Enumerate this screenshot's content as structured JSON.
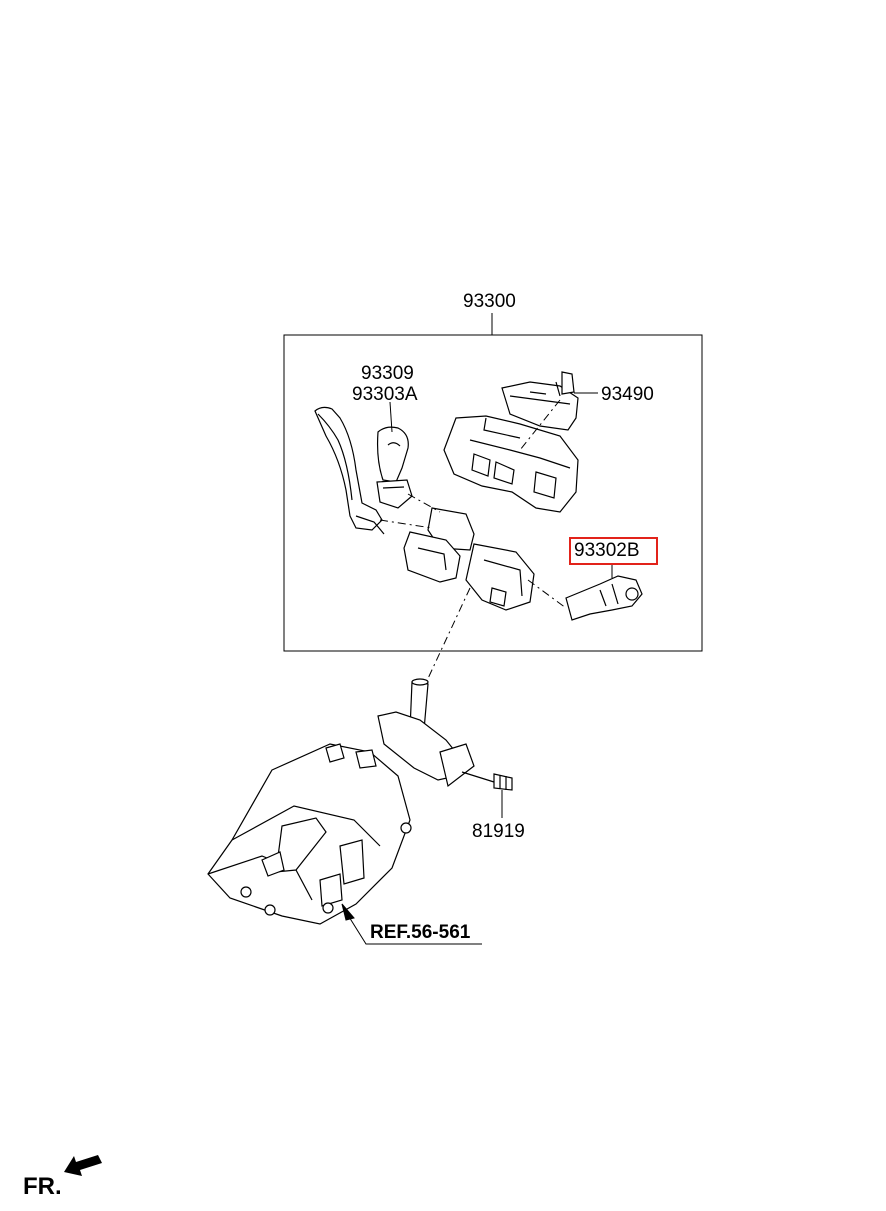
{
  "labels": {
    "assembly": "93300",
    "part_a_line1": "93309",
    "part_a_line2": "93303A",
    "part_clock_spring": "93490",
    "part_highlighted": "93302B",
    "part_bolt": "81919",
    "ref": "REF.56-561",
    "front": "FR."
  },
  "colors": {
    "highlight": "#e2231a",
    "line": "#000000"
  }
}
